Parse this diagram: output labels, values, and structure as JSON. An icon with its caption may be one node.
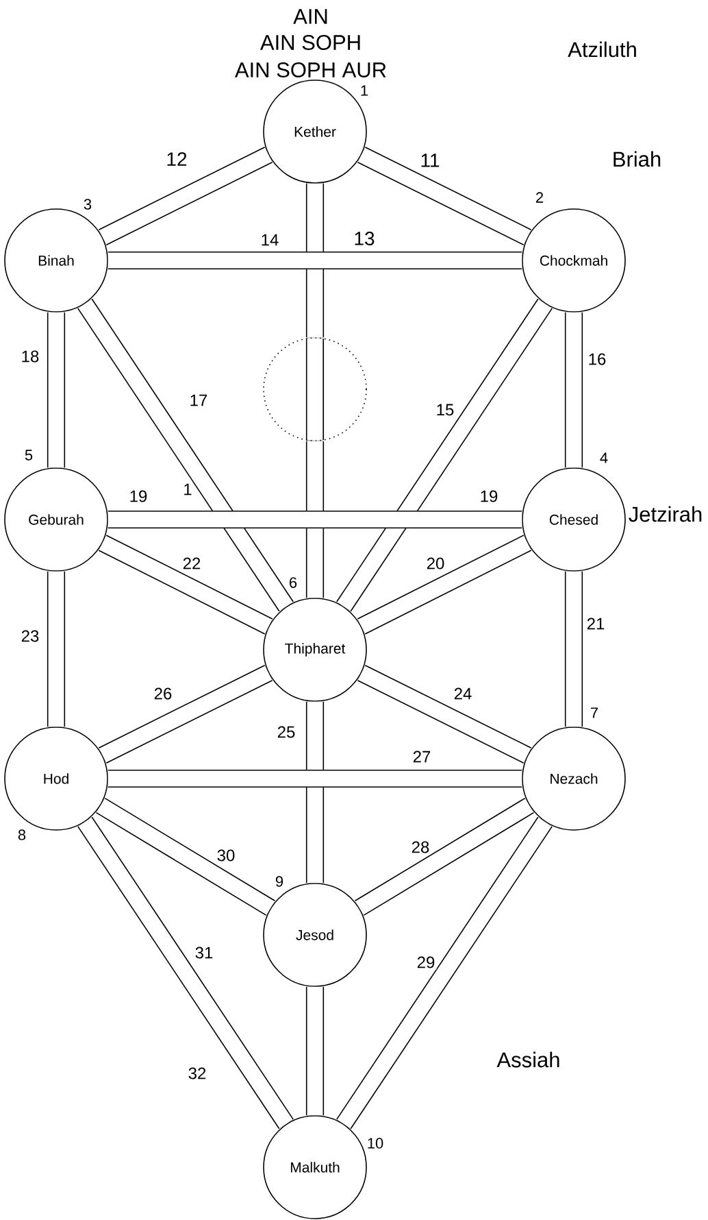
{
  "diagram": {
    "nodes": [
      {
        "text": [
          "Kether"
        ],
        "beside": [
          "1"
        ]
      },
      {
        "text": [
          "Binah"
        ],
        "beside": [
          "3"
        ]
      },
      {
        "text": [
          "Chockmah"
        ],
        "beside": [
          "2"
        ]
      },
      {
        "text": [],
        "shape": "circle"
      },
      {
        "text": [
          "Geburah"
        ],
        "beside": [
          "5"
        ]
      },
      {
        "text": [
          "Chesed"
        ],
        "beside": [
          "4"
        ]
      },
      {
        "text": [
          "Thipharet"
        ],
        "beside": [
          "6"
        ]
      },
      {
        "text": [
          "Hod"
        ],
        "beside": [
          "8"
        ]
      },
      {
        "text": [
          "Nezach"
        ],
        "beside": [
          "7"
        ]
      },
      {
        "text": [
          "Jesod"
        ],
        "beside": [
          "9"
        ]
      },
      {
        "text": [
          "Malkuth"
        ],
        "beside": [
          "10"
        ]
      }
    ],
    "edges": [
      {
        "from": 0,
        "to": 2,
        "arrow": "none",
        "label": "11"
      },
      {
        "from": 0,
        "to": 1,
        "arrow": "none",
        "label": "12"
      },
      {
        "from": 0,
        "to": 3,
        "arrow": "none",
        "label": "13"
      },
      {
        "from": 3,
        "to": 6,
        "arrow": "none"
      },
      {
        "from": 1,
        "to": 2,
        "arrow": "none",
        "label": "14"
      },
      {
        "from": 2,
        "to": 6,
        "arrow": "none",
        "label": "15"
      },
      {
        "from": 2,
        "to": 5,
        "arrow": "none",
        "label": "16"
      },
      {
        "from": 1,
        "to": 6,
        "arrow": "none",
        "label": "17"
      },
      {
        "from": 1,
        "to": 4,
        "arrow": "none",
        "label": "18"
      },
      {
        "from": 4,
        "to": 5,
        "arrow": "none",
        "label": "19"
      },
      {
        "from": 5,
        "to": 6,
        "arrow": "none",
        "label": "20"
      },
      {
        "from": 5,
        "to": 8,
        "arrow": "none",
        "label": "21"
      },
      {
        "from": 4,
        "to": 6,
        "arrow": "none",
        "label": "22"
      },
      {
        "from": 4,
        "to": 7,
        "arrow": "none",
        "label": "23"
      },
      {
        "from": 6,
        "to": 8,
        "arrow": "none",
        "label": "24"
      },
      {
        "from": 6,
        "to": 9,
        "arrow": "none",
        "label": "25"
      },
      {
        "from": 6,
        "to": 7,
        "arrow": "none",
        "label": "26"
      },
      {
        "from": 7,
        "to": 8,
        "arrow": "none",
        "label": "27"
      },
      {
        "from": 8,
        "to": 9,
        "arrow": "none",
        "label": "28"
      },
      {
        "from": 8,
        "to": 10,
        "arrow": "none",
        "label": "29"
      },
      {
        "from": 7,
        "to": 9,
        "arrow": "none",
        "label": "30"
      },
      {
        "from": 7,
        "to": 10,
        "arrow": "none",
        "label": "31"
      },
      {
        "from": 9,
        "to": 10,
        "arrow": "none"
      }
    ],
    "labels": [
      "AIN",
      "AIN SOPH",
      "Atziluth",
      "AIN SOPH AUR",
      "Briah",
      "1",
      "19",
      "Jetzirah",
      "Assiah",
      "32"
    ]
  }
}
